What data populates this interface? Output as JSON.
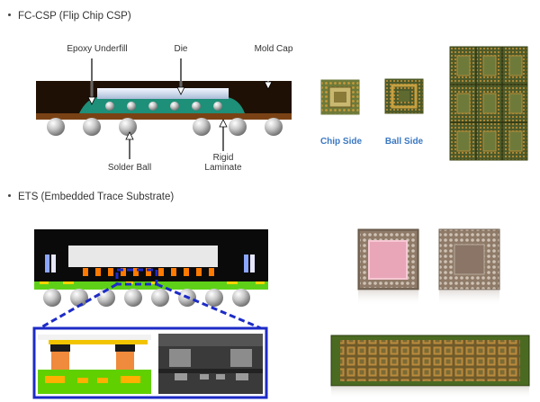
{
  "sections": [
    {
      "bullet": "•",
      "title": "FC-CSP (Flip Chip CSP)"
    },
    {
      "bullet": "•",
      "title": "ETS (Embedded Trace Substrate)"
    }
  ],
  "fccsp": {
    "labels": {
      "epoxy": "Epoxy Underfill",
      "die": "Die",
      "mold": "Mold Cap",
      "solder": "Solder Ball",
      "rigid_line1": "Rigid",
      "rigid_line2": "Laminate"
    },
    "photo_captions": {
      "chip_side": "Chip Side",
      "ball_side": "Ball Side"
    }
  },
  "colors": {
    "mold": "#1f1005",
    "die": "#c9d6ea",
    "underfill": "#1e8f78",
    "laminate": "#7a4214",
    "ball": "#b5b5b5",
    "caption": "#3b78c2",
    "ets_green": "#5fd018",
    "ets_orange": "#ff7a00",
    "ets_zoom_border": "#1d2bc6"
  }
}
